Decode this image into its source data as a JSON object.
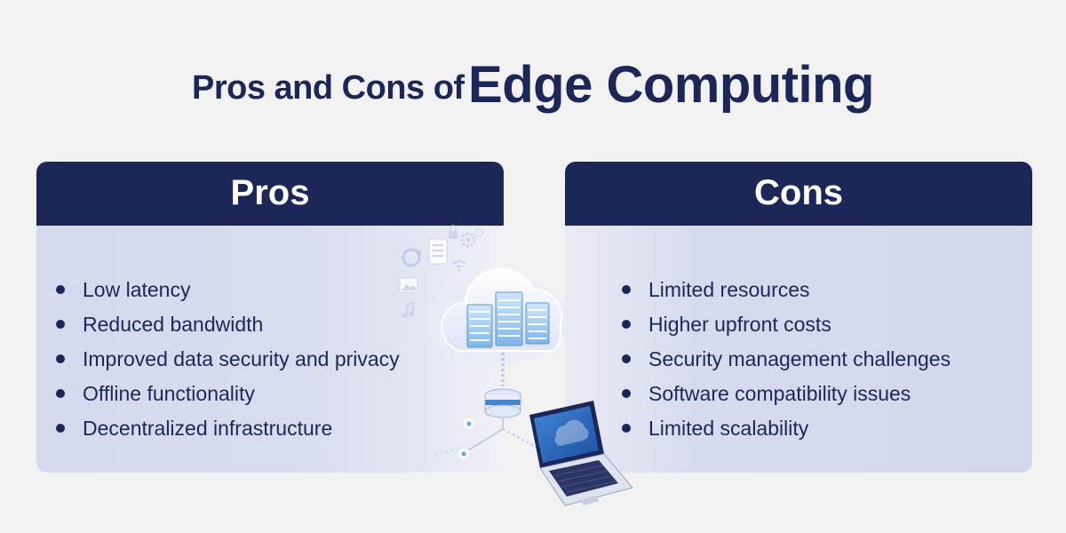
{
  "title": {
    "prefix": "Pros and Cons of",
    "emphasis": "Edge Computing"
  },
  "pros": {
    "heading": "Pros",
    "items": [
      "Low latency",
      "Reduced bandwidth",
      "Improved data security and privacy",
      "Offline functionality",
      "Decentralized infrastructure"
    ]
  },
  "cons": {
    "heading": "Cons",
    "items": [
      "Limited resources",
      "Higher upfront costs",
      "Security management challenges",
      "Software compatibility issues",
      "Limited scalability"
    ]
  },
  "illustration": {
    "icons": [
      "cloud-icon",
      "server-rack-icon",
      "database-icon",
      "laptop-icon",
      "document-icon",
      "gear-icon",
      "lock-icon",
      "refresh-icon",
      "music-note-icon",
      "wifi-icon",
      "image-icon"
    ]
  },
  "colors": {
    "navy": "#1c2757",
    "panel": "#d7dbef",
    "background": "#f2f2f2",
    "accent_blue": "#5aa9e6"
  }
}
